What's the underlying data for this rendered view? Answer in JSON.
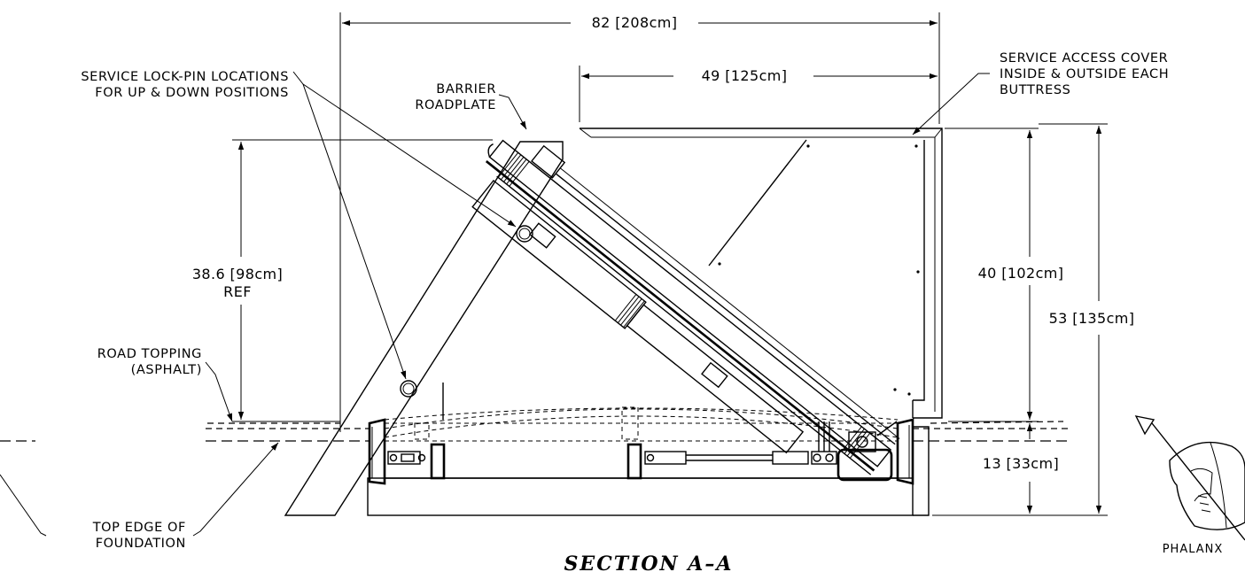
{
  "labels": {
    "lock_pin": [
      "SERVICE LOCK-PIN LOCATIONS",
      "FOR UP & DOWN POSITIONS"
    ],
    "roadplate": [
      "BARRIER",
      "ROADPLATE"
    ],
    "access_cover": [
      "SERVICE ACCESS COVER",
      "INSIDE & OUTSIDE EACH",
      "BUTTRESS"
    ],
    "road_topping": [
      "ROAD TOPPING",
      "(ASPHALT)"
    ],
    "foundation": [
      "TOP EDGE OF",
      "FOUNDATION"
    ]
  },
  "dimensions": {
    "overall_width": "82 [208cm]",
    "buttress_width": "49 [125cm]",
    "plate_height": "38.6 [98cm]",
    "plate_height_note": "REF",
    "buttress_height": "40 [102cm]",
    "overall_height": "53 [135cm]",
    "foundation_depth": "13 [33cm]"
  },
  "title": "SECTION  A–A",
  "logo_text": "PHALANX",
  "icons": {
    "logo": "phalanx-helmet-spear-icon"
  }
}
